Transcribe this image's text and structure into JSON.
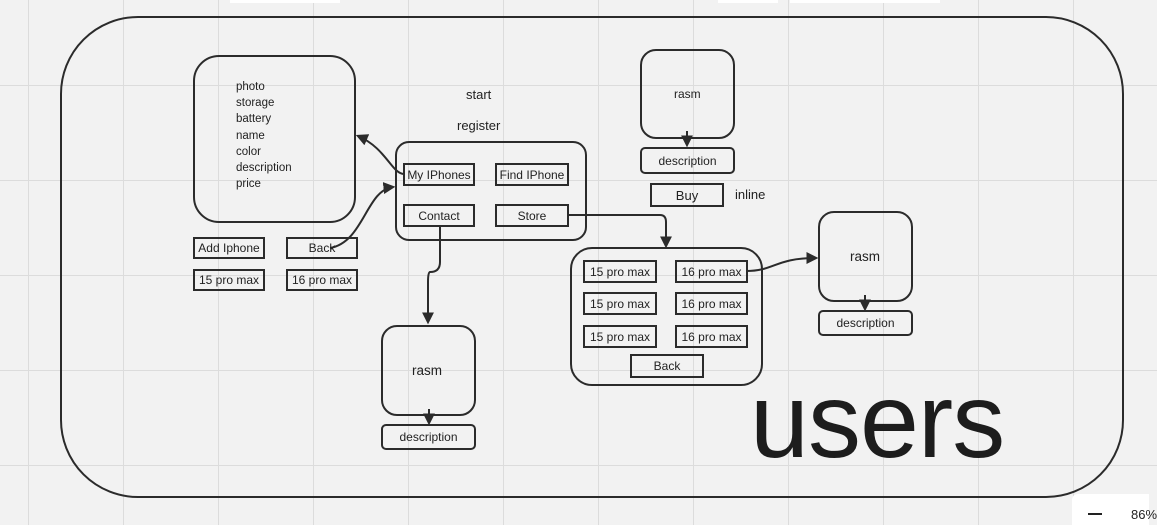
{
  "diagram": {
    "title": "users",
    "labels": {
      "start": "start",
      "register": "register",
      "inline": "inline"
    },
    "properties": [
      "photo",
      "storage",
      "battery",
      "name",
      "color",
      "description",
      "price"
    ],
    "menu": {
      "my_iphones": "My IPhones",
      "find_iphone": "Find IPhone",
      "contact": "Contact",
      "store": "Store"
    },
    "left_buttons": {
      "add_iphone": "Add Iphone",
      "back": "Back",
      "model_15": "15 pro max",
      "model_16": "16 pro max"
    },
    "store_grid": {
      "col_15": [
        "15 pro max",
        "15 pro max",
        "15 pro max"
      ],
      "col_16": [
        "16 pro max",
        "16 pro max",
        "16 pro max"
      ],
      "back": "Back"
    },
    "top_card": {
      "image": "rasm",
      "description": "description",
      "buy": "Buy"
    },
    "right_card": {
      "image": "rasm",
      "description": "description"
    },
    "bottom_card": {
      "image": "rasm",
      "description": "description"
    }
  },
  "toolbar": {
    "zoom": "86%"
  },
  "colors": {
    "background": "#f2f2f2",
    "stroke": "#2b2b2b",
    "grid": "#dcdcdc"
  }
}
